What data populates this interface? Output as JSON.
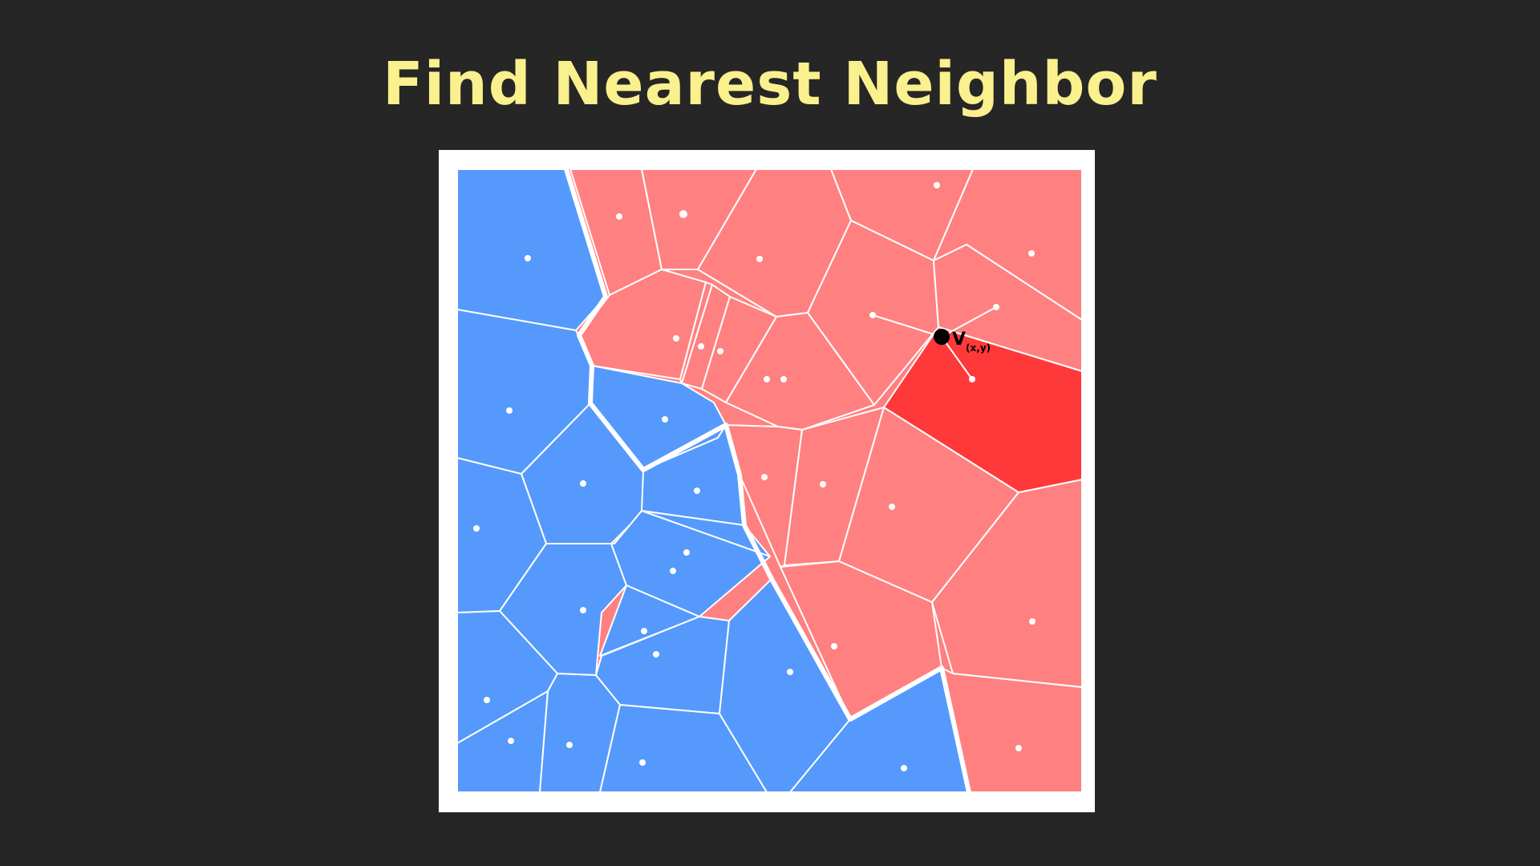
{
  "slide": {
    "title": "Find Nearest Neighbor"
  },
  "colors": {
    "background": "#262626",
    "title": "#faf08d",
    "frame": "#ffffff",
    "blue_class": "#5599fc",
    "red_class": "#ff8080",
    "nearest_cell": "#ff3939",
    "query_point": "#000000"
  },
  "query": {
    "label": "V",
    "subscript": "(x,y)"
  }
}
